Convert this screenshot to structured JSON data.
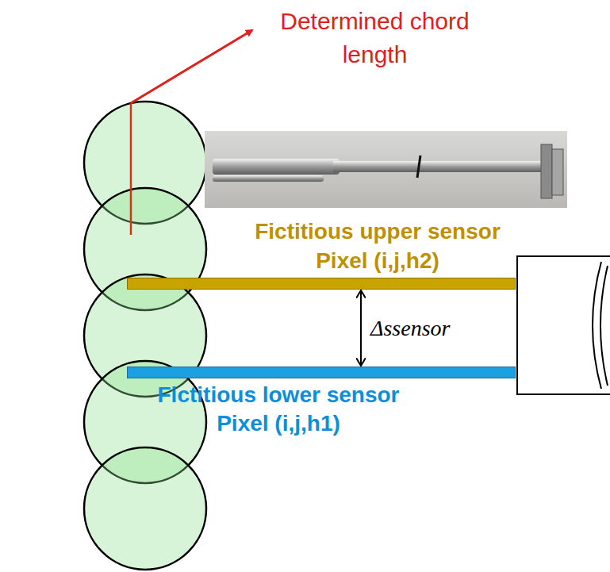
{
  "diagram": {
    "nodes": [
      {
        "text": [
          "Fictitious upper sensor Pixel (i,j,h2)"
        ]
      },
      {
        "text": [
          "Fictitious lower sensor Pixel (i,j,h1)"
        ]
      }
    ],
    "edges": [
      {
        "from": 0,
        "to": 1,
        "arrow": "both",
        "label": "Δssensor"
      }
    ],
    "labels": [
      "Determined chord length"
    ]
  }
}
